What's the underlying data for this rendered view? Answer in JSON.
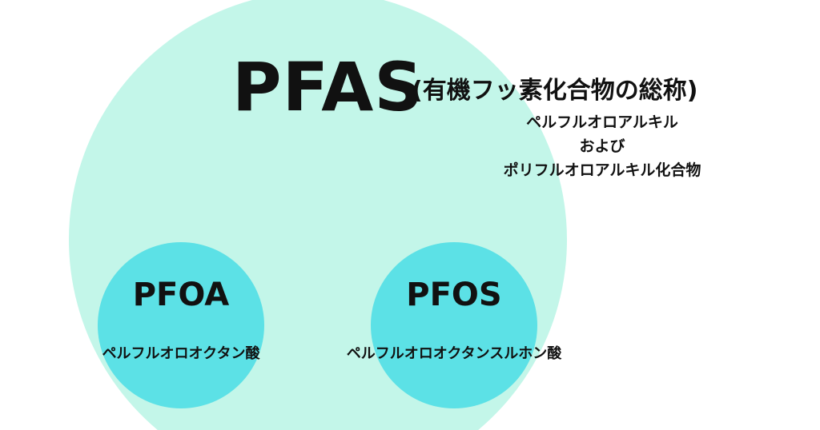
{
  "colors": {
    "outer_circle": "#c3f6e9",
    "inner_circle": "#5ce1e6",
    "text": "#111111"
  },
  "pfas": {
    "title": "PFAS",
    "subtitle": "(有機フッ素化合物の総称)",
    "description": [
      "ペルフルオロアルキル",
      "および",
      "ポリフルオロアルキル化合物"
    ]
  },
  "pfoa": {
    "title": "PFOA",
    "name": "ペルフルオロオクタン酸"
  },
  "pfos": {
    "title": "PFOS",
    "name": "ペルフルオロオクタンスルホン酸"
  }
}
